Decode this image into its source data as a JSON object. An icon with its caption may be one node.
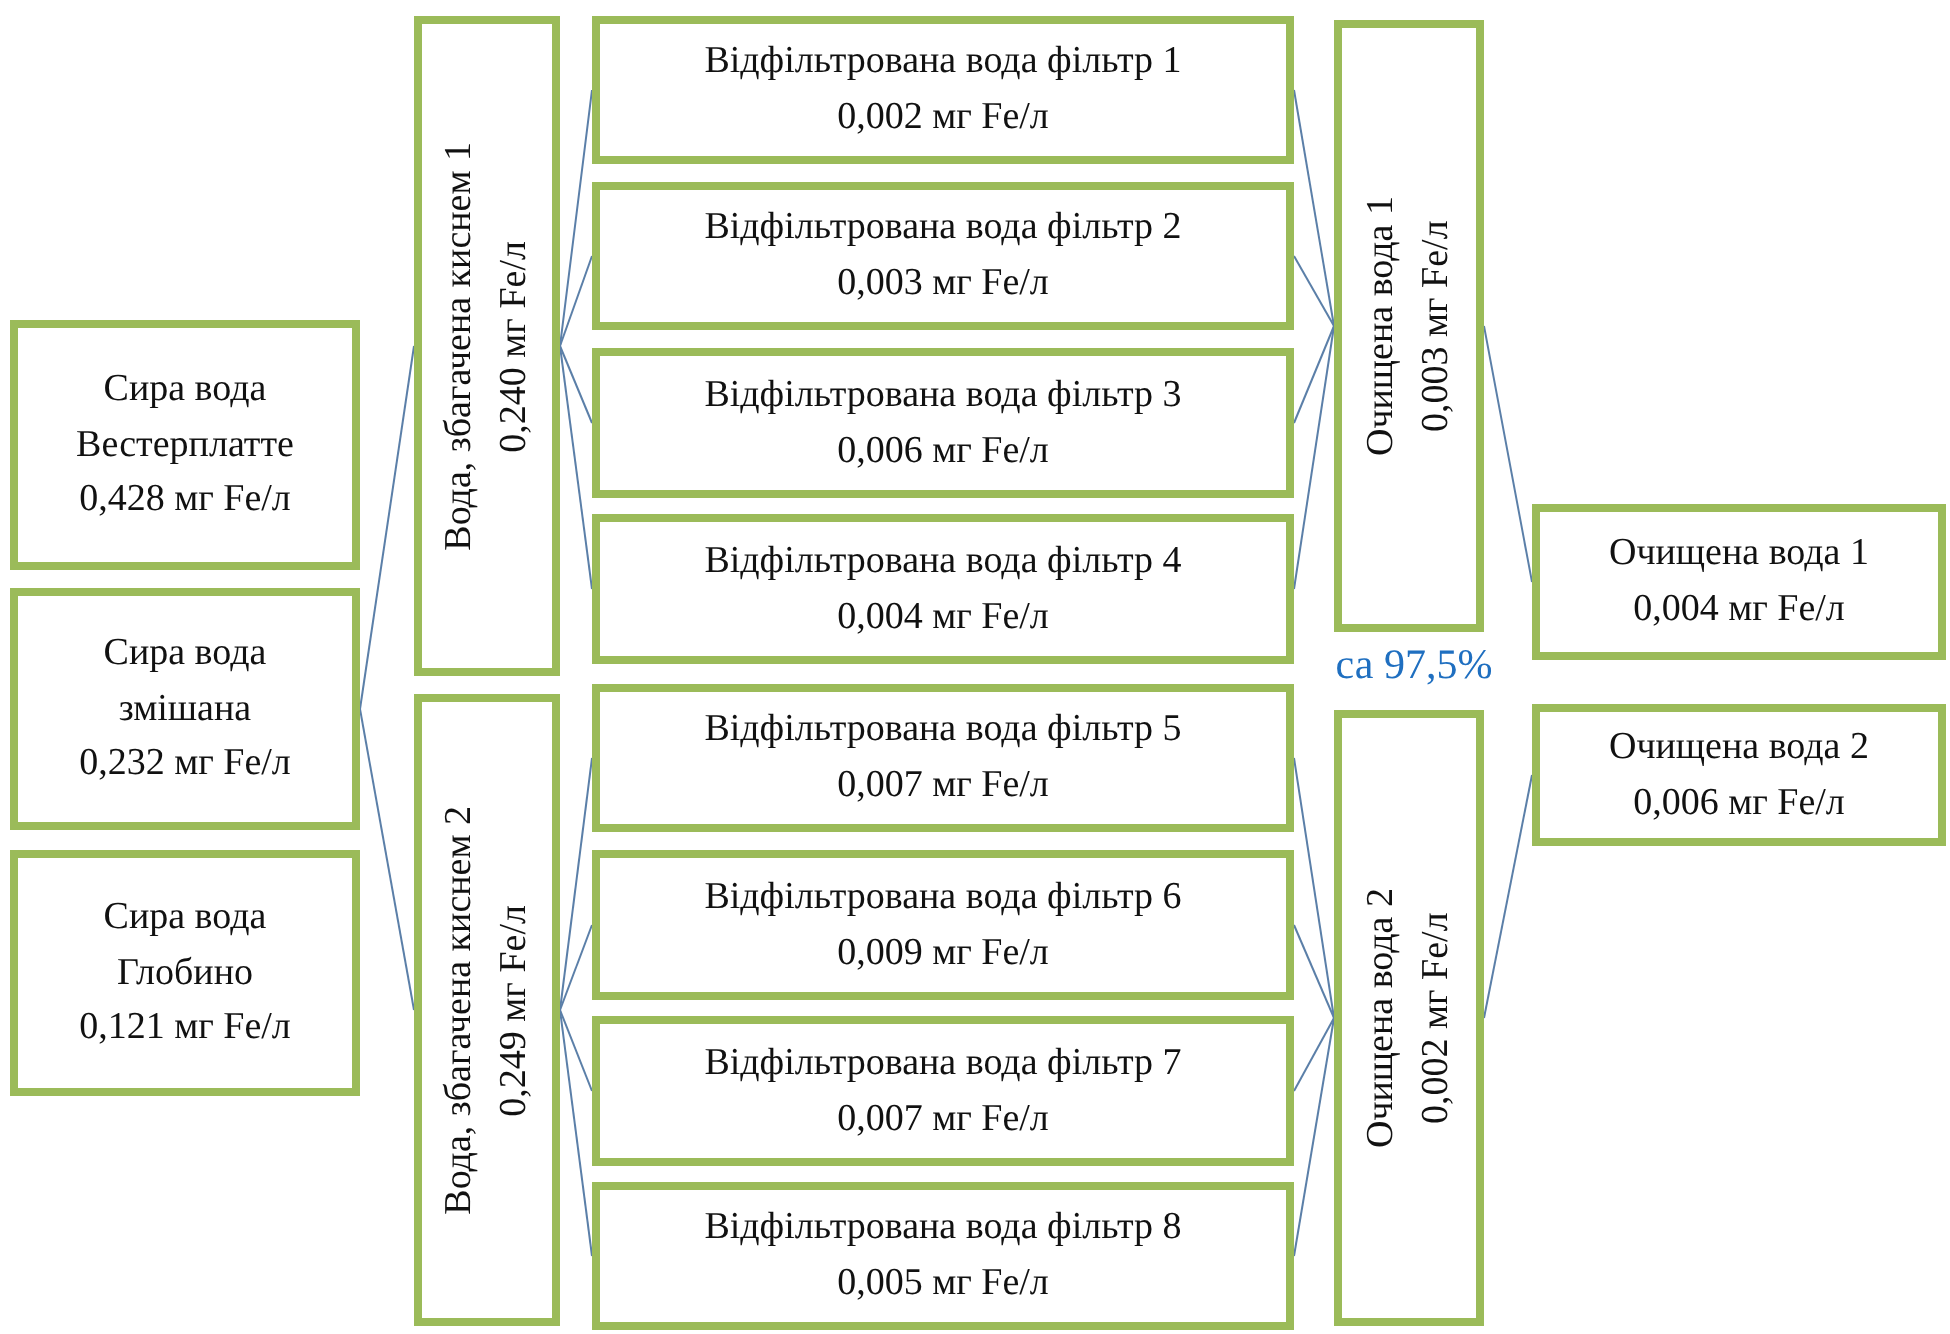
{
  "diagram": {
    "nodes": [
      {
        "text": [
          "Сира вода Вестерплатте",
          "0,428 мг Fe/л"
        ]
      },
      {
        "text": [
          "Сира вода змішана",
          "0,232 мг Fe/л"
        ]
      },
      {
        "text": [
          "Сира вода Глобино",
          "0,121 мг Fe/л"
        ]
      },
      {
        "text": [
          "Вода, збагачена киснем 1",
          "0,240 мг Fe/л"
        ]
      },
      {
        "text": [
          "Вода, збагачена киснем 2",
          "0,249 мг Fe/л"
        ]
      },
      {
        "text": [
          "Відфільтрована вода фільтр 1",
          "0,002 мг Fe/л"
        ]
      },
      {
        "text": [
          "Відфільтрована вода фільтр 2",
          "0,003 мг Fe/л"
        ]
      },
      {
        "text": [
          "Відфільтрована вода фільтр 3",
          "0,006 мг Fe/л"
        ]
      },
      {
        "text": [
          "Відфільтрована вода фільтр 4",
          "0,004 мг Fe/л"
        ]
      },
      {
        "text": [
          "Відфільтрована вода фільтр 5",
          "0,007 мг Fe/л"
        ]
      },
      {
        "text": [
          "Відфільтрована вода фільтр 6",
          "0,009 мг Fe/л"
        ]
      },
      {
        "text": [
          "Відфільтрована вода фільтр 7",
          "0,007 мг Fe/л"
        ]
      },
      {
        "text": [
          "Відфільтрована вода фільтр 8",
          "0,005 мг Fe/л"
        ]
      },
      {
        "text": [
          "Очищена вода 1",
          "0,003 мг Fe/л"
        ]
      },
      {
        "text": [
          "Очищена вода 2",
          "0,002 мг Fe/л"
        ]
      },
      {
        "text": [
          "Очищена вода 1",
          "0,004 мг Fe/л"
        ]
      },
      {
        "text": [
          "Очищена вода 2",
          "0,006 мг Fe/л"
        ]
      }
    ],
    "edges": [
      {
        "from": 1,
        "to": 3,
        "arrow": "none"
      },
      {
        "from": 1,
        "to": 4,
        "arrow": "none"
      },
      {
        "from": 3,
        "to": 5,
        "arrow": "none"
      },
      {
        "from": 3,
        "to": 6,
        "arrow": "none"
      },
      {
        "from": 3,
        "to": 7,
        "arrow": "none"
      },
      {
        "from": 3,
        "to": 8,
        "arrow": "none"
      },
      {
        "from": 4,
        "to": 9,
        "arrow": "none"
      },
      {
        "from": 4,
        "to": 10,
        "arrow": "none"
      },
      {
        "from": 4,
        "to": 11,
        "arrow": "none"
      },
      {
        "from": 4,
        "to": 12,
        "arrow": "none"
      },
      {
        "from": 5,
        "to": 13,
        "arrow": "none"
      },
      {
        "from": 6,
        "to": 13,
        "arrow": "none"
      },
      {
        "from": 7,
        "to": 13,
        "arrow": "none"
      },
      {
        "from": 8,
        "to": 13,
        "arrow": "none"
      },
      {
        "from": 9,
        "to": 14,
        "arrow": "none"
      },
      {
        "from": 10,
        "to": 14,
        "arrow": "none"
      },
      {
        "from": 11,
        "to": 14,
        "arrow": "none"
      },
      {
        "from": 12,
        "to": 14,
        "arrow": "none"
      },
      {
        "from": 13,
        "to": 15,
        "arrow": "none"
      },
      {
        "from": 14,
        "to": 16,
        "arrow": "none"
      }
    ],
    "labels": [
      "са 97,5%"
    ]
  }
}
